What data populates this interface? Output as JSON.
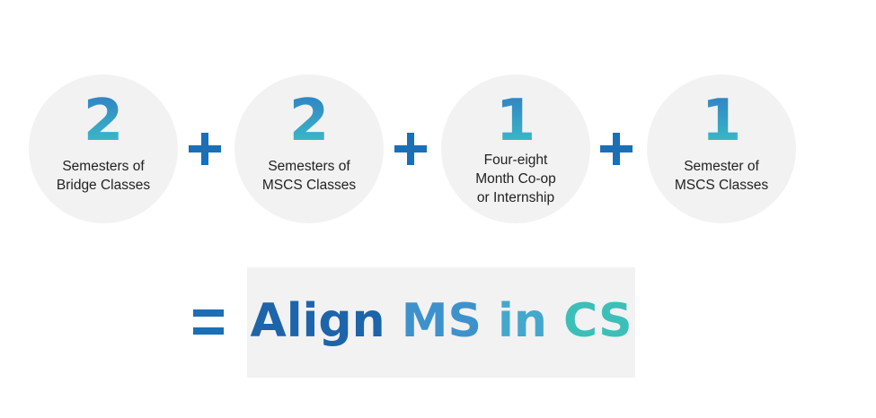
{
  "steps": [
    {
      "number": "2",
      "caption": "Semesters of\nBridge Classes"
    },
    {
      "number": "2",
      "caption": "Semesters of\nMSCS Classes"
    },
    {
      "number": "1",
      "caption": "Four-eight\nMonth Co-op\nor Internship"
    },
    {
      "number": "1",
      "caption": "Semester of\nMSCS Classes"
    }
  ],
  "result": {
    "words": [
      "Align",
      "MS",
      "in",
      "CS"
    ]
  },
  "colors": {
    "operator": "#1a6fb6",
    "number_gradient_top": "#2f7fc3",
    "number_gradient_bottom": "#3cc2c7",
    "circle_bg": "#f2f2f2",
    "result_bg": "#f2f2f2",
    "result_word_1": "#1d64ab",
    "result_word_2": "#3e92cc",
    "result_word_3": "#44a8cd",
    "result_word_4": "#3cbfb8"
  },
  "icons": {
    "operator_add": "plus-icon",
    "operator_result": "equals-icon"
  }
}
